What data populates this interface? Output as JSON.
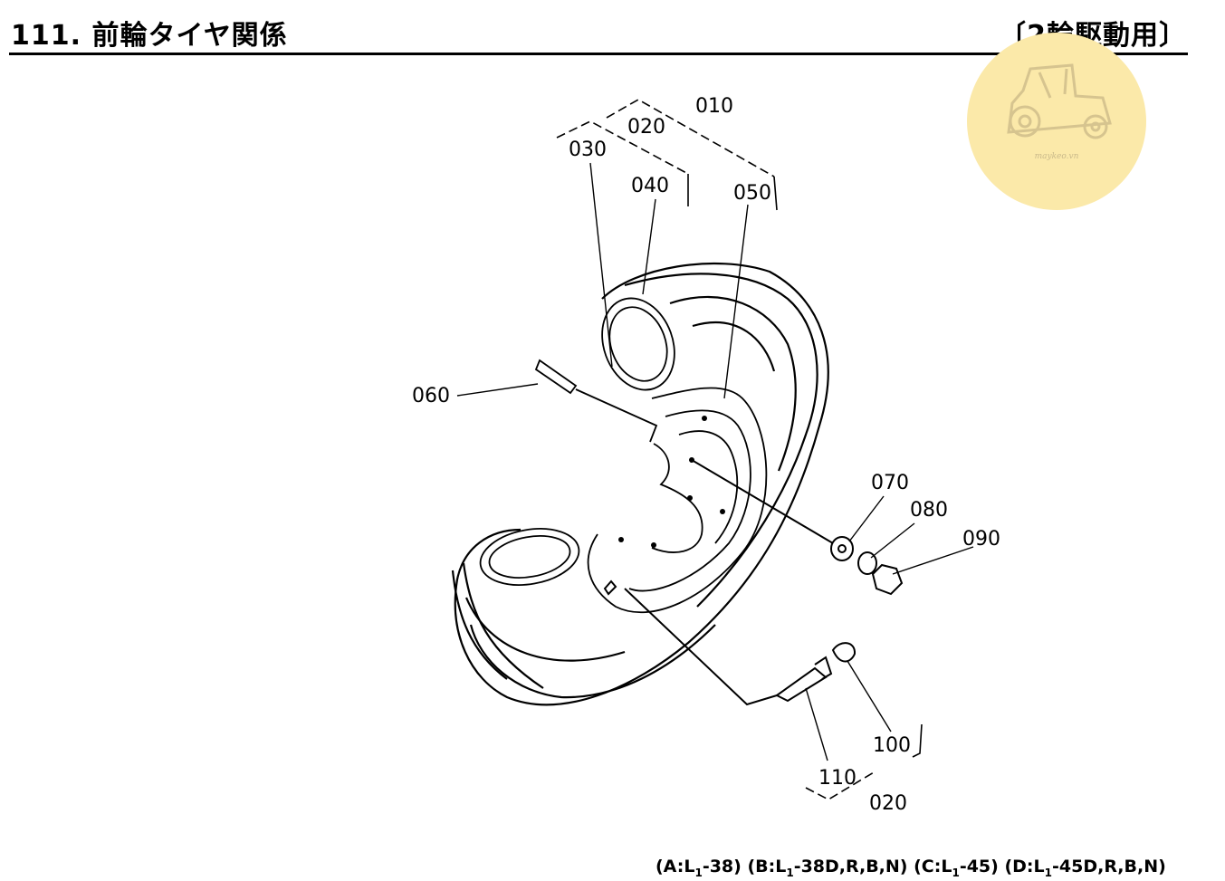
{
  "header": {
    "title": "111. 前輪タイヤ関係",
    "subtitle": "〔2輪駆動用〕"
  },
  "watermark": {
    "text": "maykeo.vn",
    "color": "#fbe9a9"
  },
  "parts": {
    "p010": "010",
    "p020": "020",
    "p020b": "020",
    "p030": "030",
    "p040": "040",
    "p050": "050",
    "p060": "060",
    "p070": "070",
    "p080": "080",
    "p090": "090",
    "p100": "100",
    "p110": "110"
  },
  "footer": {
    "models": [
      {
        "pre": "(A:L",
        "sub": "1",
        "post": "-38)"
      },
      {
        "pre": "(B:L",
        "sub": "1",
        "post": "-38D,R,B,N)"
      },
      {
        "pre": "(C:L",
        "sub": "1",
        "post": "-45)"
      },
      {
        "pre": "(D:L",
        "sub": "1",
        "post": "-45D,R,B,N)"
      }
    ]
  }
}
